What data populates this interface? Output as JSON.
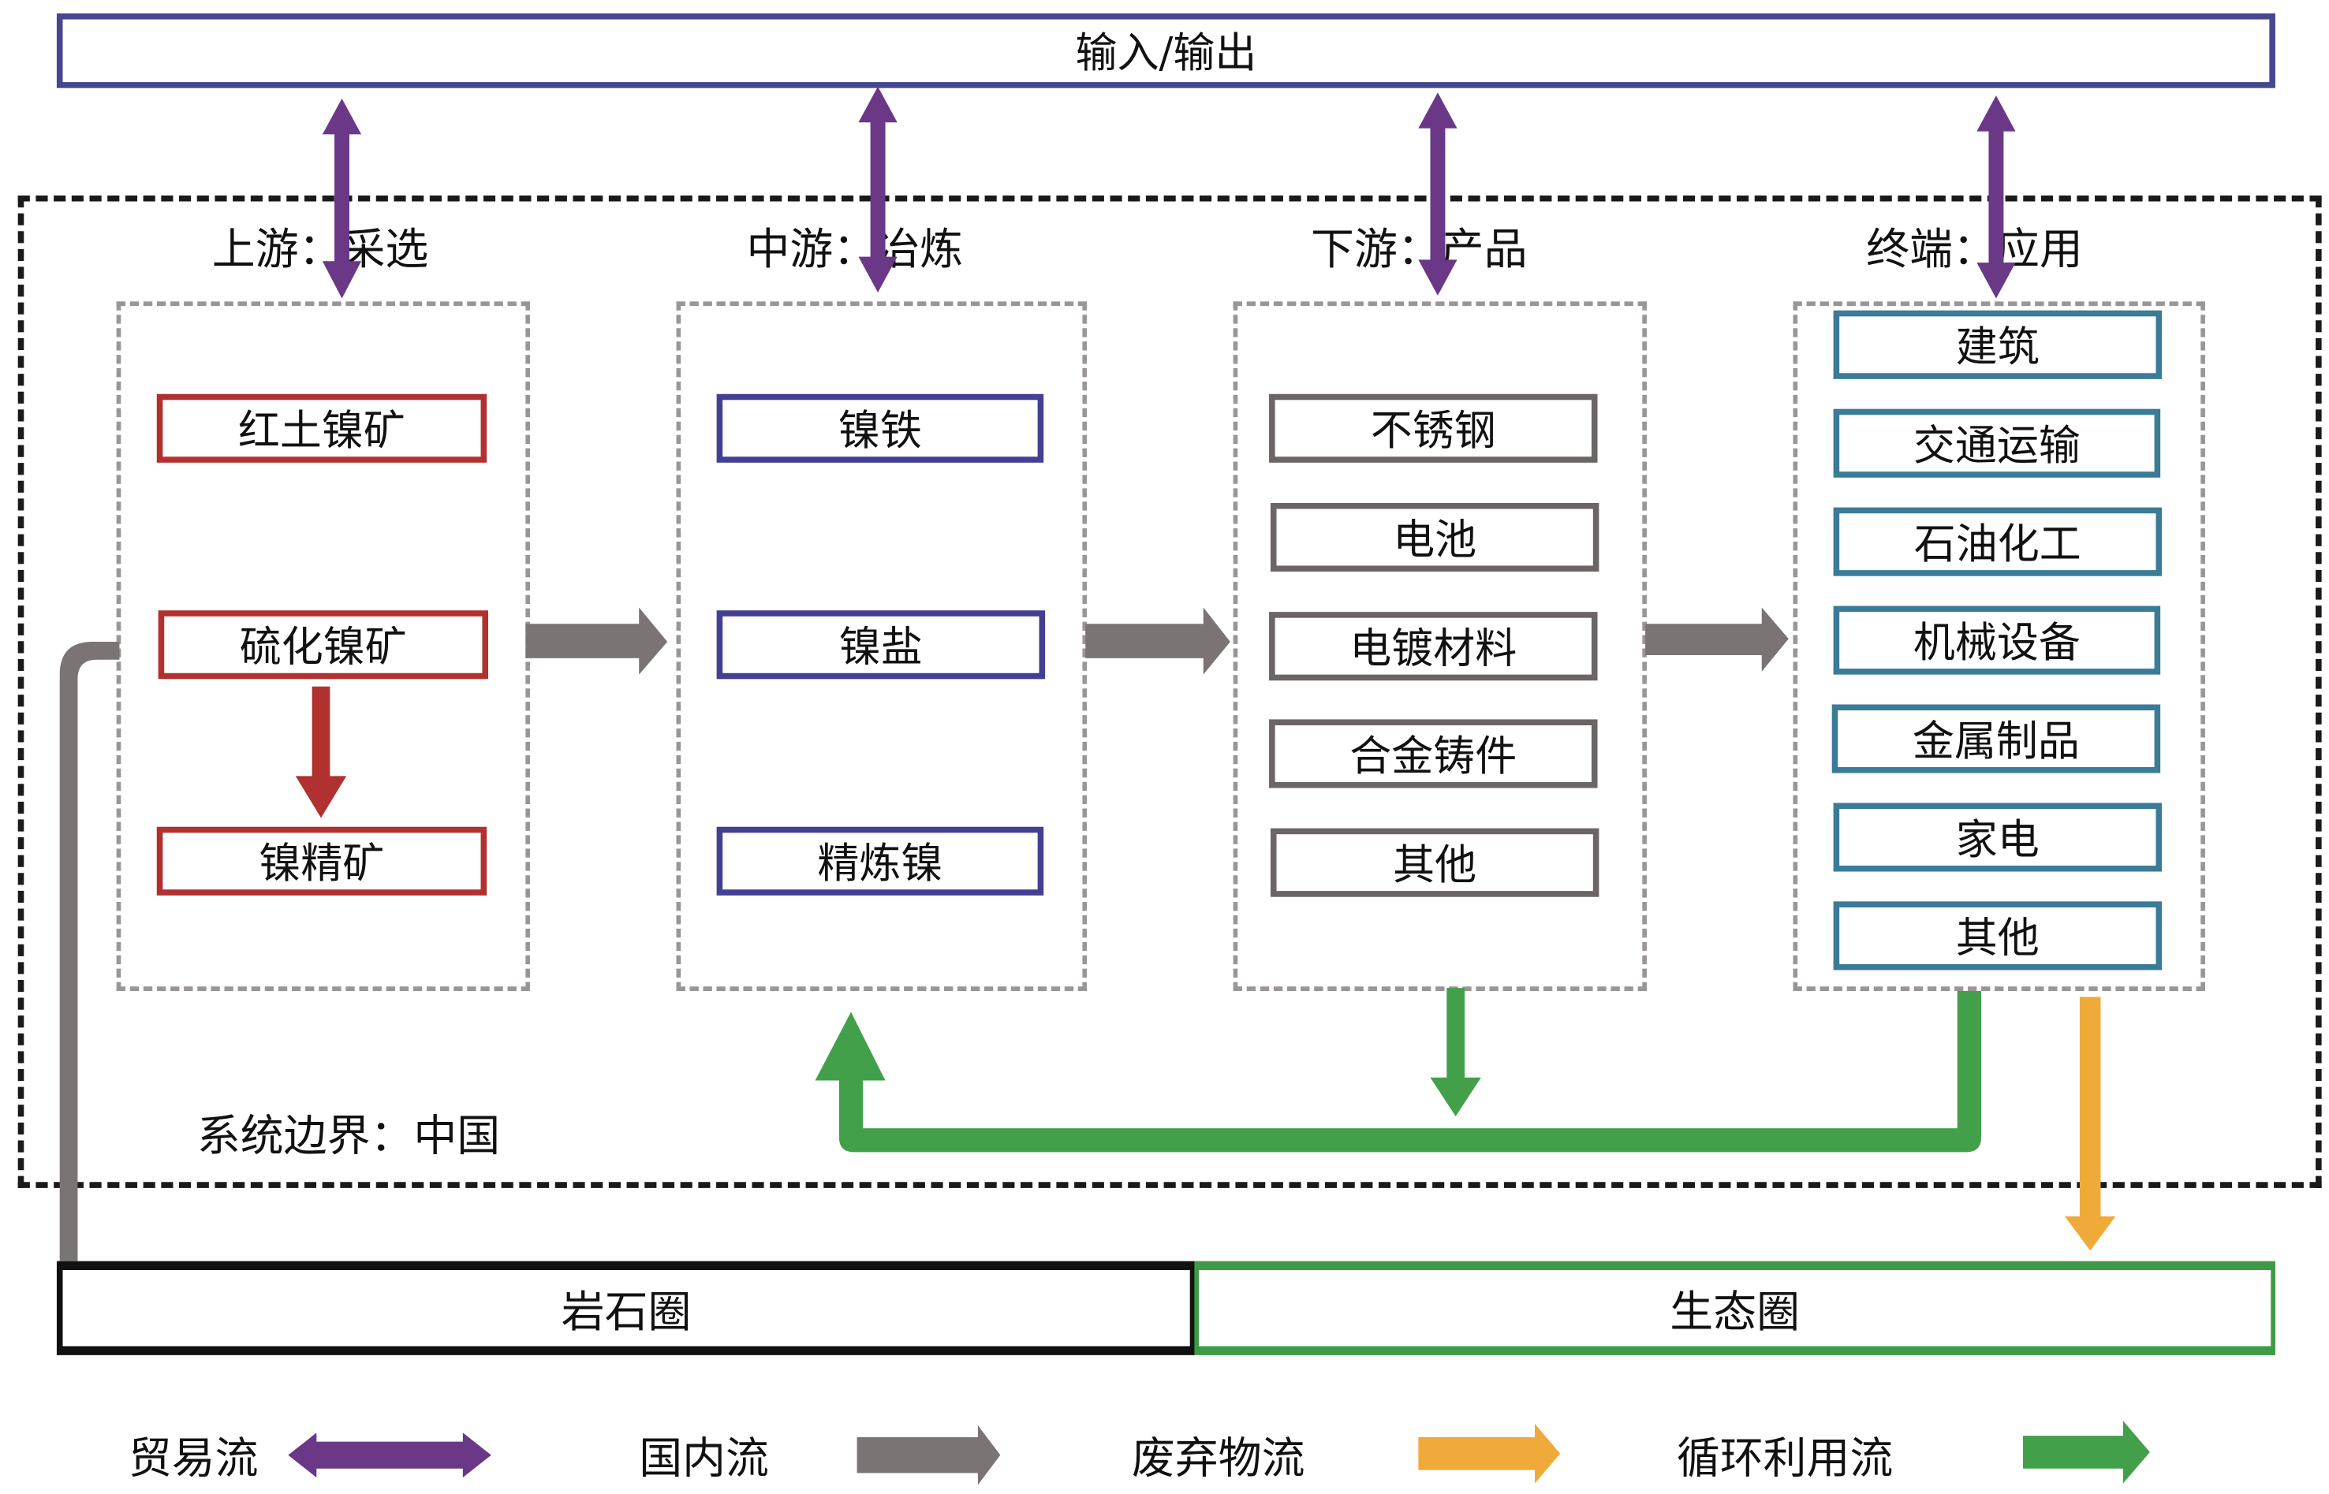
{
  "diagram": {
    "io_label": "输入/输出",
    "boundary_label": "系统边界：中国",
    "stages": [
      {
        "title": "上游：采选",
        "nodes": [
          "红土镍矿",
          "硫化镍矿",
          "镍精矿"
        ]
      },
      {
        "title": "中游：冶炼",
        "nodes": [
          "镍铁",
          "镍盐",
          "精炼镍"
        ]
      },
      {
        "title": "下游：产品",
        "nodes": [
          "不锈钢",
          "电池",
          "电镀材料",
          "合金铸件",
          "其他"
        ]
      },
      {
        "title": "终端：应用",
        "nodes": [
          "建筑",
          "交通运输",
          "石油化工",
          "机械设备",
          "金属制品",
          "家电",
          "其他"
        ]
      }
    ],
    "spheres": {
      "lithosphere": "岩石圈",
      "biosphere": "生态圈"
    },
    "legend": [
      {
        "label": "贸易流",
        "color": "#6b3787",
        "style": "double-arrow"
      },
      {
        "label": "国内流",
        "color": "#7a7474",
        "style": "arrow"
      },
      {
        "label": "废弃物流",
        "color": "#f0aa3a",
        "style": "arrow"
      },
      {
        "label": "循环利用流",
        "color": "#43a04a",
        "style": "arrow"
      }
    ],
    "colors": {
      "trade": "#6b3787",
      "domestic": "#7a7474",
      "waste": "#f0aa3a",
      "recycle": "#43a04a",
      "mining_border": "#b0312f",
      "smelting_border": "#433f93",
      "product_border": "#6b6565",
      "application_border": "#3a7b98",
      "io_border": "#45478f",
      "internal_arrow": "#b0312f"
    }
  }
}
